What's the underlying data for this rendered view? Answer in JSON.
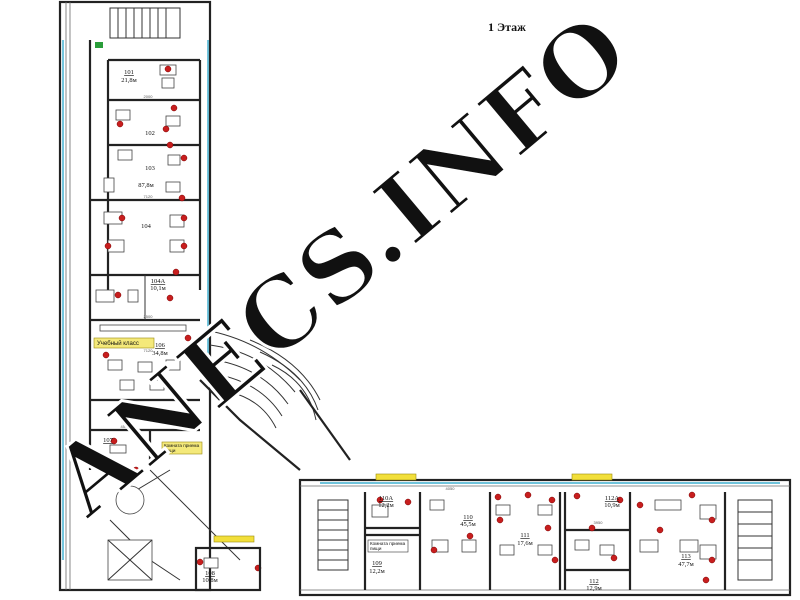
{
  "floor_title": "1 Этаж",
  "watermark": "ANECS.INFO",
  "rooms": {
    "r101": {
      "number": "101",
      "area": "21,8м"
    },
    "r102": {
      "number": "102"
    },
    "r103": {
      "number": "103",
      "area": "87,8м"
    },
    "r104": {
      "number": "104"
    },
    "r104a": {
      "number": "104А",
      "area": "10,1м"
    },
    "r106": {
      "number": "106",
      "area": "34,8м"
    },
    "r107": {
      "number": "107"
    },
    "r108": {
      "number": "108",
      "area": "10,8м"
    },
    "r109": {
      "number": "109",
      "area": "12,2м"
    },
    "r110": {
      "number": "110",
      "area": "45,5м"
    },
    "r110a": {
      "number": "110А",
      "area": "12,2м"
    },
    "r111": {
      "number": "111",
      "area": "17,6м"
    },
    "r112": {
      "number": "112",
      "area": "12,9м"
    },
    "r112a": {
      "number": "112А",
      "area": "10,9м"
    },
    "r113": {
      "number": "113",
      "area": "47,7м"
    }
  },
  "labels": {
    "classroom": "Учебный класс",
    "meal_room_left": "Комната приема пищи",
    "meal_room_right": "Комната приема пищи"
  },
  "dimensions": {
    "d1": "2000",
    "d2": "7120",
    "d3": "2500",
    "d4": "7120",
    "d5": "4500",
    "d6": "4050",
    "d7": "3950"
  },
  "colors": {
    "outlet_marker": "#c81e1e",
    "highlight_yellow": "#f2df3a",
    "glazing": "#1aa0c8",
    "wall": "#222222",
    "watermark": "#111111"
  }
}
